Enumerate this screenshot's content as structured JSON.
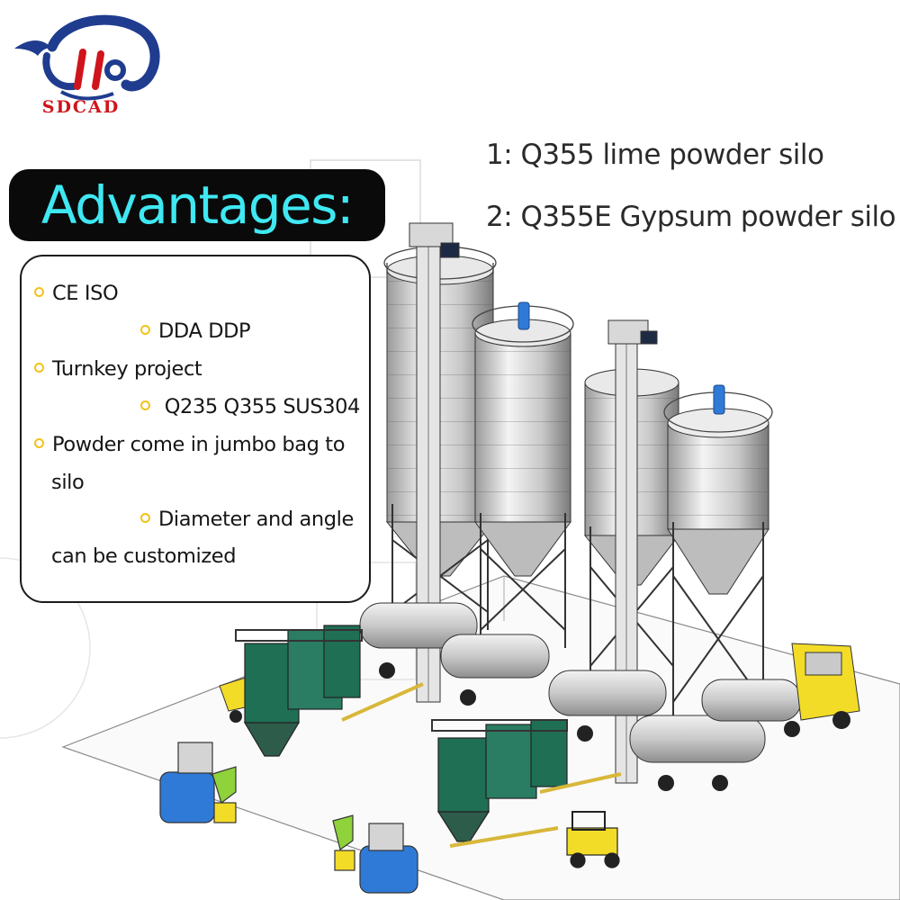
{
  "brand": {
    "logo_text": "SDCAD"
  },
  "captions": [
    "1:  Q355 lime powder silo",
    "2:  Q355E Gypsum powder silo"
  ],
  "heading": "Advantages:",
  "advantages": [
    "CE ISO",
    "DDA DDP",
    "Turnkey project",
    " Q235 Q355 SUS304",
    "Powder come in jumbo bag to",
    "silo",
    "Diameter and angle",
    "can be customized"
  ],
  "colors": {
    "heading_text": "#3fe8f2",
    "heading_bg": "#0a0a0a",
    "bullet": "#f3c21a",
    "logo_red": "#d0141b",
    "logo_blue": "#1f3c8f",
    "truck_yellow": "#f2dc28",
    "hopper_green": "#1f6f55",
    "motor_blue": "#2f7ad6"
  },
  "icons": [
    "whale-logo-icon",
    "bullet-circle-icon"
  ]
}
